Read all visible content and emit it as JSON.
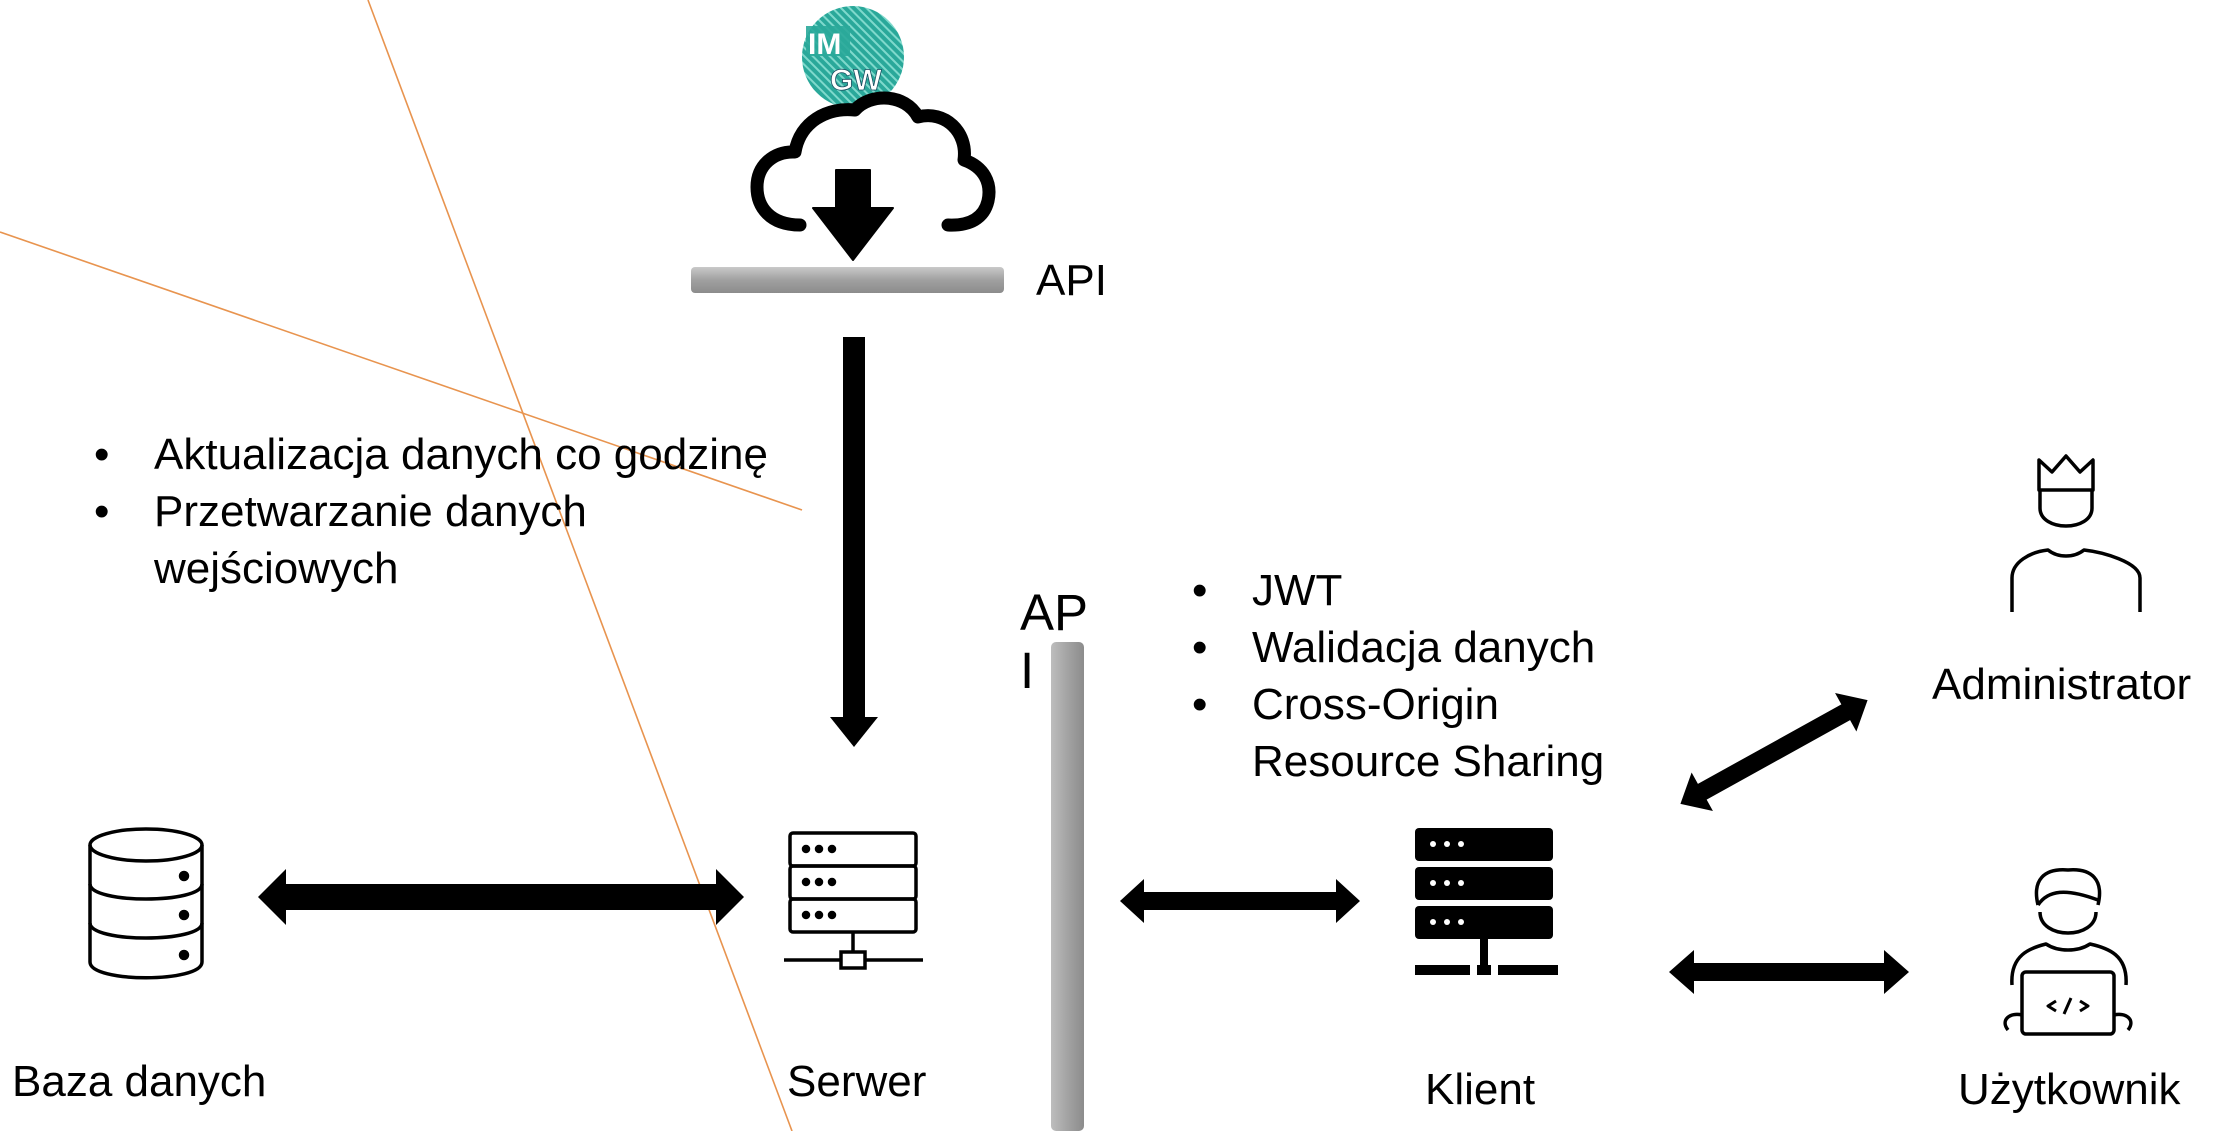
{
  "labels": {
    "api_top": "API",
    "api_vertical": "AP I",
    "database": "Baza danych",
    "server": "Serwer",
    "client": "Klient",
    "admin": "Administrator",
    "user": "Użytkownik"
  },
  "logo": {
    "text_line1": "IM",
    "text_line2": "GW"
  },
  "server_notes": [
    "Aktualizacja danych co godzinę",
    "Przetwarzanie danych wejściowych"
  ],
  "api_notes": [
    "JWT",
    "Walidacja danych",
    "Cross-Origin Resource Sharing"
  ],
  "colors": {
    "accent_line": "#e8944f",
    "api_bar": "#a6a6a6",
    "logo_teal": "#2aa89a",
    "arrow": "#000000"
  },
  "icons": [
    "imgw-logo",
    "cloud-download-icon",
    "database-icon",
    "server-icon",
    "client-server-icon",
    "admin-icon",
    "developer-user-icon"
  ]
}
